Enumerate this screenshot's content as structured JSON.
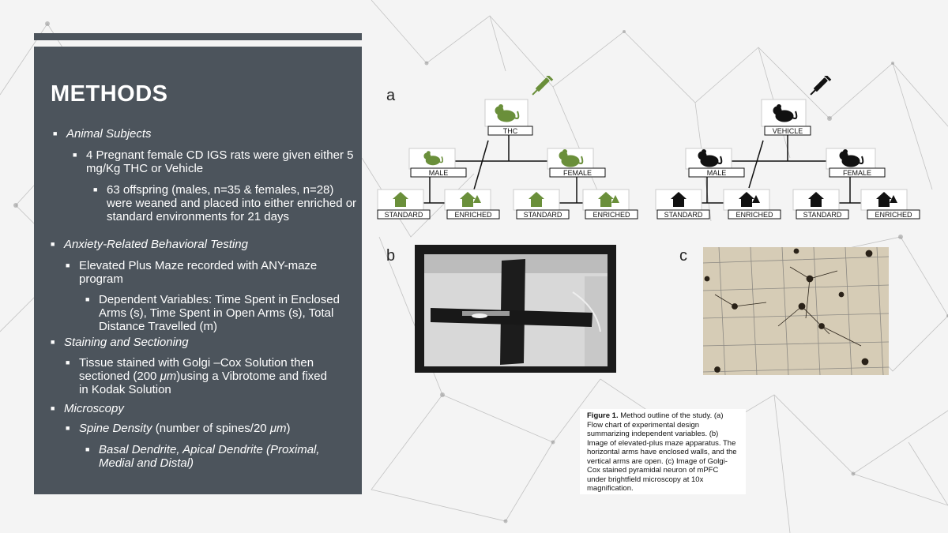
{
  "methods": {
    "title": "METHODS",
    "items": [
      {
        "text": "Animal Subjects"
      },
      {
        "text": "4 Pregnant female CD IGS rats were given either 5 mg/Kg THC or Vehicle"
      },
      {
        "text": "63 offspring (males, n=35 & females, n=28) were weaned and placed into either enriched or standard environments for 21 days"
      },
      {
        "text": "Anxiety-Related Behavioral Testing"
      },
      {
        "text": "Elevated Plus Maze recorded with ANY-maze program"
      },
      {
        "text": "Dependent Variables: Time Spent in Enclosed Arms (s), Time Spent in Open Arms (s), Total Distance Travelled (m)"
      },
      {
        "text": "Staining and Sectioning"
      },
      {
        "line1": "Tissue stained with Golgi –Cox Solution then",
        "line2a": "sectioned (200 ",
        "unit": "μm",
        "line2b": ")using a Vibrotome and fixed",
        "line3": "in Kodak Solution"
      },
      {
        "text": "Microscopy"
      },
      {
        "italic": "Spine Density",
        "rest": " (number of spines/20 ",
        "unit": "μm",
        "close": ")"
      },
      {
        "text": "Basal Dendrite, Apical Dendrite (Proximal, Medial and Distal)"
      }
    ]
  },
  "figure": {
    "panel_labels": [
      "a",
      "b",
      "c"
    ],
    "flowchart": {
      "groups": [
        {
          "label": "THC",
          "color": "#6a8f3a",
          "sexes": [
            "MALE",
            "FEMALE"
          ]
        },
        {
          "label": "VEHICLE",
          "color": "#111111",
          "sexes": [
            "MALE",
            "FEMALE"
          ]
        }
      ],
      "environments": [
        "STANDARD",
        "ENRICHED"
      ]
    },
    "caption_bold": "Figure 1.",
    "caption_text": " Method outline of the study. (a) Flow chart of experimental design summarizing independent variables. (b) Image of elevated-plus maze apparatus. The horizontal arms have enclosed walls, and the vertical arms are open. (c) Image of Golgi-Cox stained pyramidal neuron of mPFC under brightfield microscopy at 10x magnification."
  }
}
